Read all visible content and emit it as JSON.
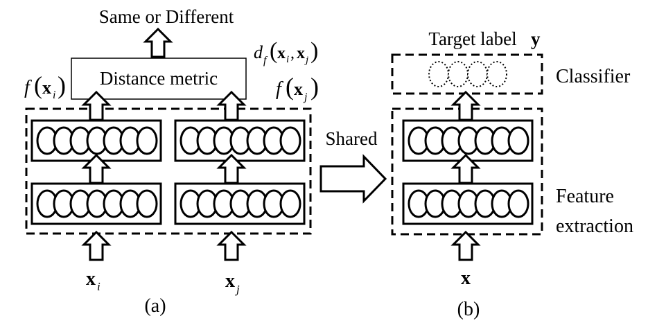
{
  "panel_a": {
    "output_label": "Same or Different",
    "metric_box_label": "Distance metric",
    "metric_function_label": "d_f(x_i, x_j)",
    "feature_left_label": "f(x_i)",
    "feature_right_label": "f(x_j)",
    "input_left_label": "x_i",
    "input_right_label": "x_j",
    "caption": "(a)"
  },
  "transfer_label": "Shared",
  "panel_b": {
    "target_label": "Target label",
    "target_symbol": "y",
    "classifier_label": "Classifier",
    "feature_extraction_label_line1": "Feature",
    "feature_extraction_label_line2": "extraction",
    "input_label": "x",
    "caption": "(b)"
  },
  "layers": {
    "neurons_per_layer": 7,
    "classifier_neurons": 4
  }
}
